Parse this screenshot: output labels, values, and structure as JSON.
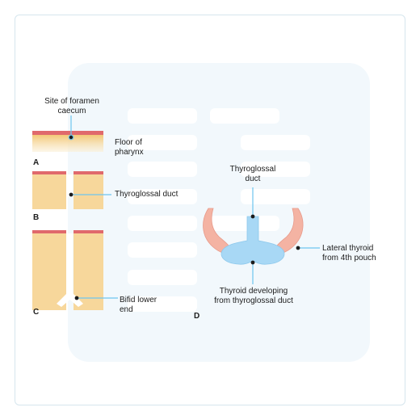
{
  "labels": {
    "site_foramen_1": "Site of foramen",
    "site_foramen_2": "caecum",
    "floor_pharynx_1": "Floor of",
    "floor_pharynx_2": "pharynx",
    "thyroglossal_duct_b": "Thyroglossal duct",
    "bifid_1": "Bifid lower",
    "bifid_2": "end",
    "thyroglossal_duct_d_1": "Thyroglossal",
    "thyroglossal_duct_d_2": "duct",
    "lateral_thyroid_1": "Lateral thyroid",
    "lateral_thyroid_2": "from 4th pouch",
    "thyroid_developing_1": "Thyroid developing",
    "thyroid_developing_2": "from thyroglossal duct"
  },
  "panel_letters": {
    "a": "A",
    "b": "B",
    "c": "C",
    "d": "D"
  },
  "colors": {
    "tissue": "#f7d79b",
    "epithelium": "#e0696c",
    "thyroid": "#a8d8f5",
    "lateral_lobe": "#f4b3a3",
    "panel_bg": "#f2f8fc",
    "marker": "#1c1c1c"
  }
}
